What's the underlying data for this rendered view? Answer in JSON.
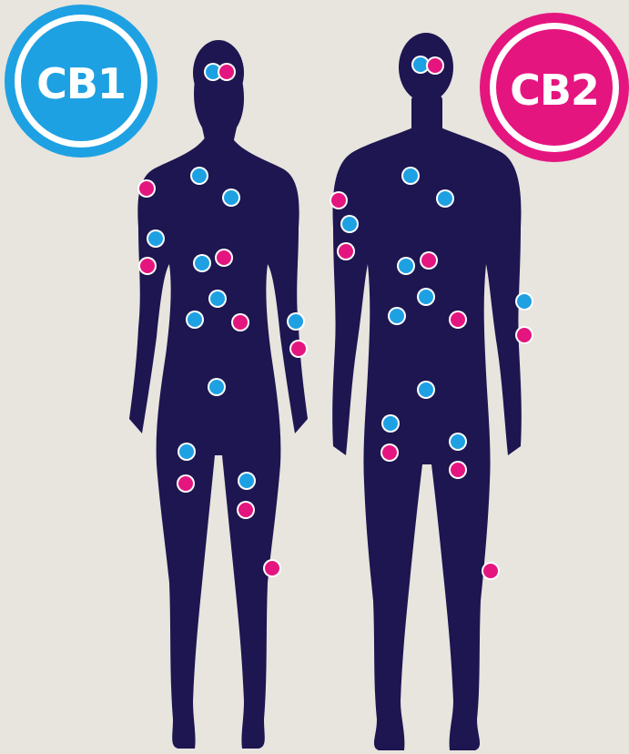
{
  "badges": {
    "cb1": {
      "label": "CB1",
      "color": "#1ea1e2"
    },
    "cb2": {
      "label": "CB2",
      "color": "#e5157f"
    }
  },
  "colors": {
    "background": "#e8e4de",
    "silhouette": "#1d1650",
    "receptor_ring": "#ffffff"
  },
  "figures": [
    {
      "name": "female-silhouette",
      "icon": "female-body-icon"
    },
    {
      "name": "male-silhouette",
      "icon": "male-body-icon"
    }
  ]
}
